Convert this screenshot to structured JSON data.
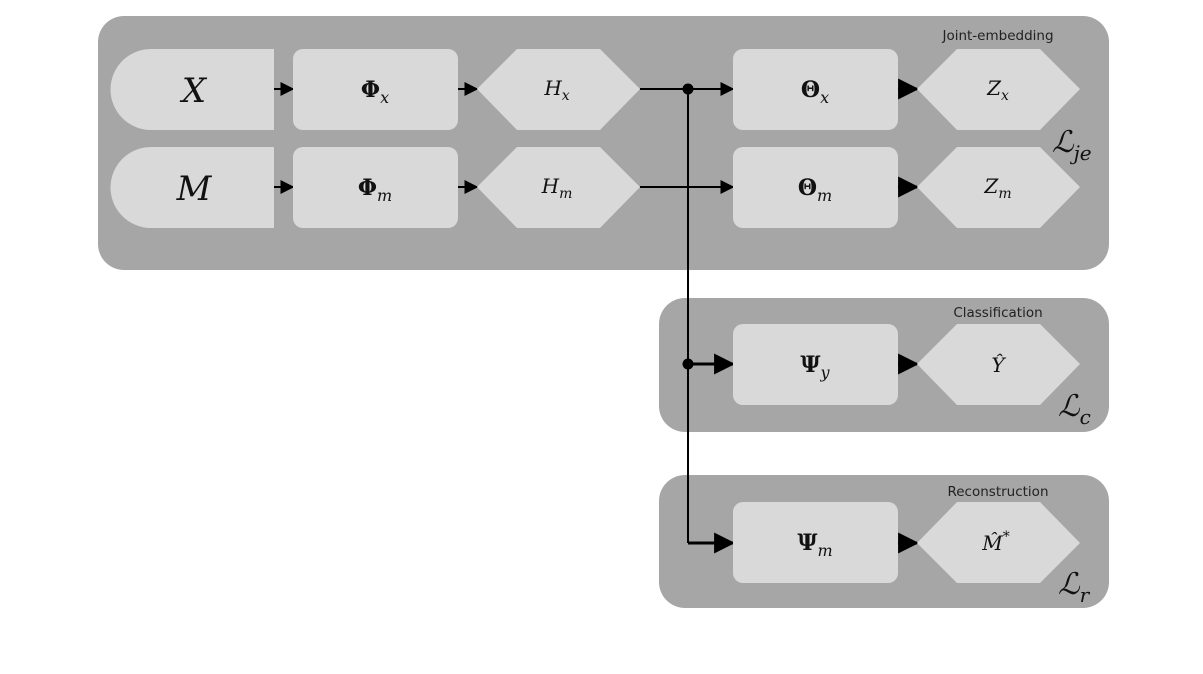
{
  "groups": {
    "joint_embedding": {
      "title": "Joint-embedding",
      "loss_symbol": "ℒ",
      "loss_subscript": "je"
    },
    "classification": {
      "title": "Classification",
      "loss_symbol": "ℒ",
      "loss_subscript": "c"
    },
    "reconstruction": {
      "title": "Reconstruction",
      "loss_symbol": "ℒ",
      "loss_subscript": "r"
    }
  },
  "nodes": {
    "input_x": {
      "symbol": "X"
    },
    "input_m": {
      "symbol": "M"
    },
    "encoder_x": {
      "symbol": "Φ",
      "subscript": "x"
    },
    "encoder_m": {
      "symbol": "Φ",
      "subscript": "m"
    },
    "hidden_x": {
      "symbol": "H",
      "subscript": "x"
    },
    "hidden_m": {
      "symbol": "H",
      "subscript": "m"
    },
    "projector_x": {
      "symbol": "Θ",
      "subscript": "x"
    },
    "projector_m": {
      "symbol": "Θ",
      "subscript": "m"
    },
    "embedding_x": {
      "symbol": "Z",
      "subscript": "x"
    },
    "embedding_m": {
      "symbol": "Z",
      "subscript": "m"
    },
    "classifier": {
      "symbol": "Ψ",
      "subscript": "y"
    },
    "prediction": {
      "symbol": "Ŷ"
    },
    "decoder": {
      "symbol": "Ψ",
      "subscript": "m"
    },
    "reconstruction_out": {
      "symbol": "M̂",
      "superscript": "*"
    }
  },
  "colors": {
    "group_fill": "#a6a6a6",
    "node_fill": "#d9d9d9",
    "edge": "#000000"
  }
}
